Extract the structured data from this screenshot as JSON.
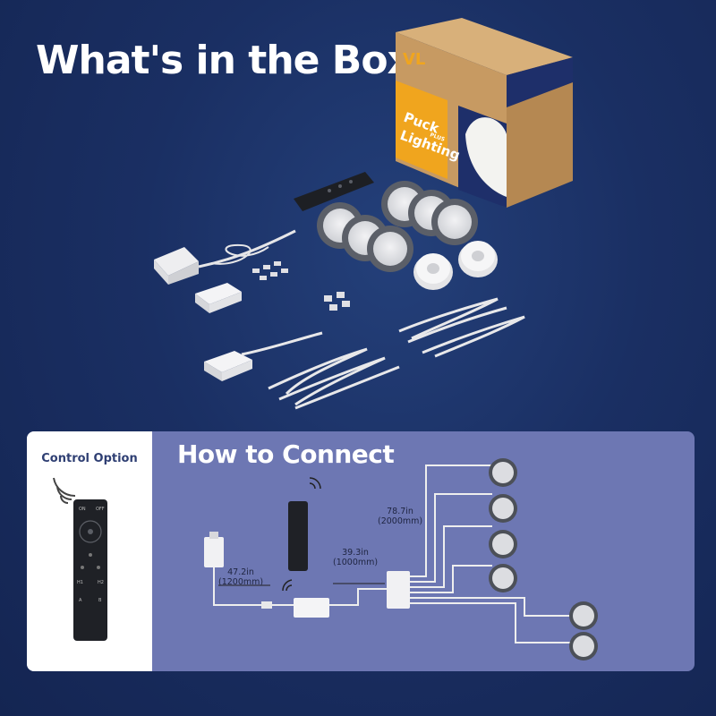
{
  "title": "What's in the Box",
  "box": {
    "brand_mark": "VL",
    "product_line1": "Puck",
    "product_line2": "Lighting",
    "product_suffix": "PLUS"
  },
  "panel": {
    "control_option_label": "Control Option",
    "how_to_connect_title": "How to Connect",
    "remote_buttons": [
      "ON",
      "OFF",
      "H1",
      "H2",
      "A",
      "B"
    ],
    "dimensions": {
      "adapter_cable_in": "47.2in",
      "adapter_cable_mm": "(1200mm)",
      "controller_cable_in": "39.3in",
      "controller_cable_mm": "(1000mm)",
      "puck_cable_in": "78.7in",
      "puck_cable_mm": "(2000mm)"
    }
  },
  "colors": {
    "background": "#1a2f63",
    "panel": "#6d77b3",
    "box_kraft": "#c79a62",
    "box_accent": "#f0a51e",
    "box_navy": "#1e2f6a"
  }
}
